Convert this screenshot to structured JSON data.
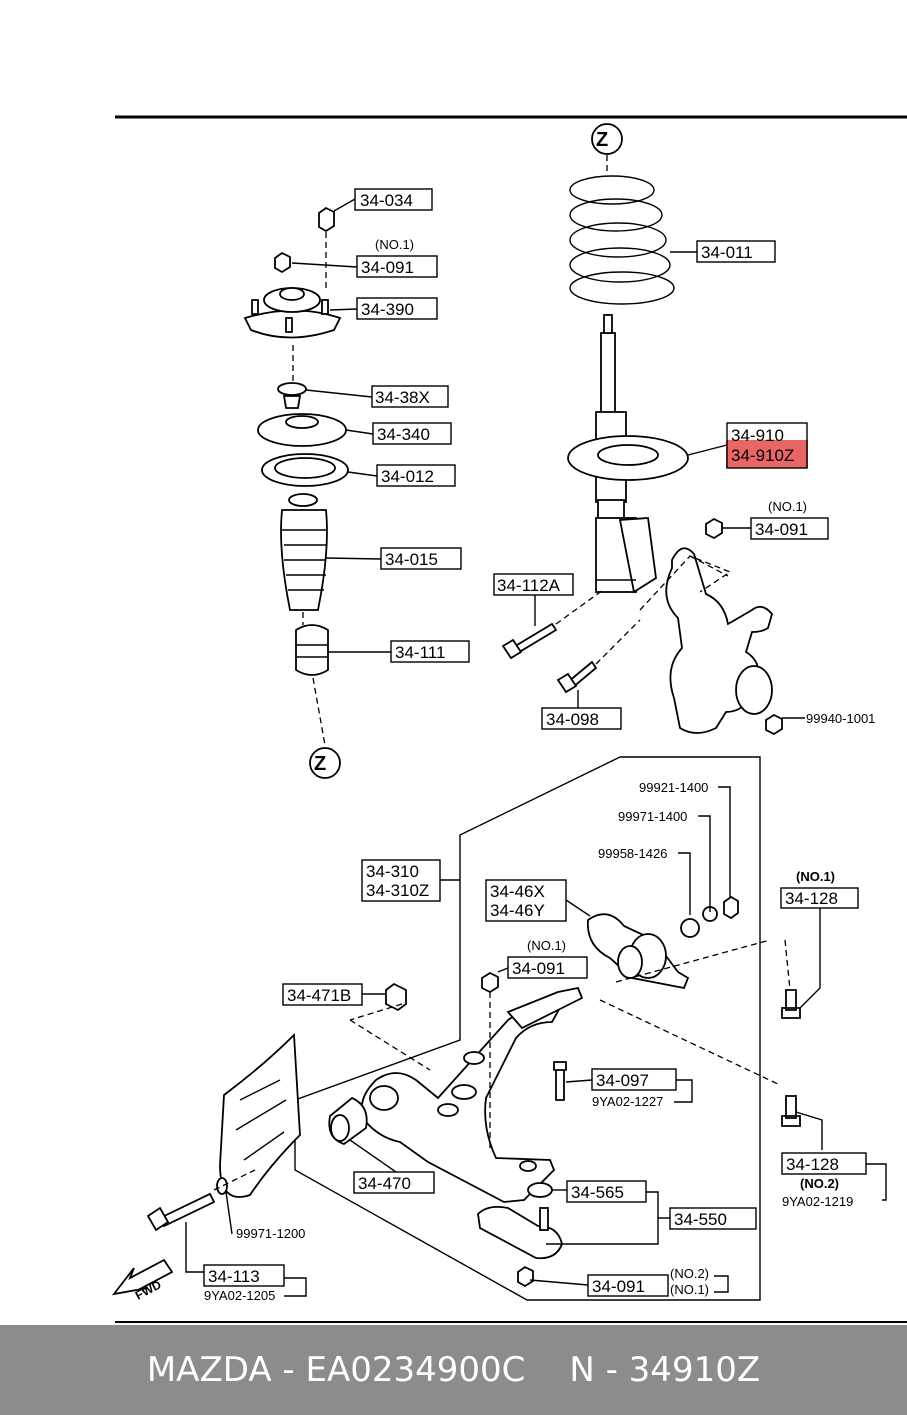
{
  "labels": {
    "z_top": "Z",
    "z_bottom": "Z",
    "p34034": "34-034",
    "no1_a": "(NO.1)",
    "p34091_a": "34-091",
    "p34390": "34-390",
    "p3438x": "34-38X",
    "p34340": "34-340",
    "p34012": "34-012",
    "p34015": "34-015",
    "p34111": "34-111",
    "p34011": "34-011",
    "p34910": "34-910",
    "p34910z": "34-910Z",
    "no1_b": "(NO.1)",
    "p34091_b": "34-091",
    "p34112a": "34-112A",
    "p34098": "34-098",
    "p99940": "99940-1001",
    "p99921": "99921-1400",
    "p99971a": "99971-1400",
    "p99958": "99958-1426",
    "p34310": "34-310",
    "p34310z": "34-310Z",
    "p3446x": "34-46X",
    "p3446y": "34-46Y",
    "no1_c": "(NO.1)",
    "p34128a": "34-128",
    "no1_d": "(NO.1)",
    "p34091_c": "34-091",
    "p34471b": "34-471B",
    "p34097": "34-097",
    "p9ya1227": "9YA02-1227",
    "p34128b": "34-128",
    "no2_a": "(NO.2)",
    "p9ya1219": "9YA02-1219",
    "p34470": "34-470",
    "p34565": "34-565",
    "p34550": "34-550",
    "p99971b": "99971-1200",
    "p34113": "34-113",
    "p9ya1205": "9YA02-1205",
    "fwd": "FWD",
    "p34091_d": "34-091",
    "no2_b": "(NO.2)",
    "no1_e": "(NO.1)"
  },
  "highlight_color": "#e33b3b",
  "footer": {
    "brand_part": "MAZDA - EA0234900C",
    "number": "N - 34910Z"
  }
}
